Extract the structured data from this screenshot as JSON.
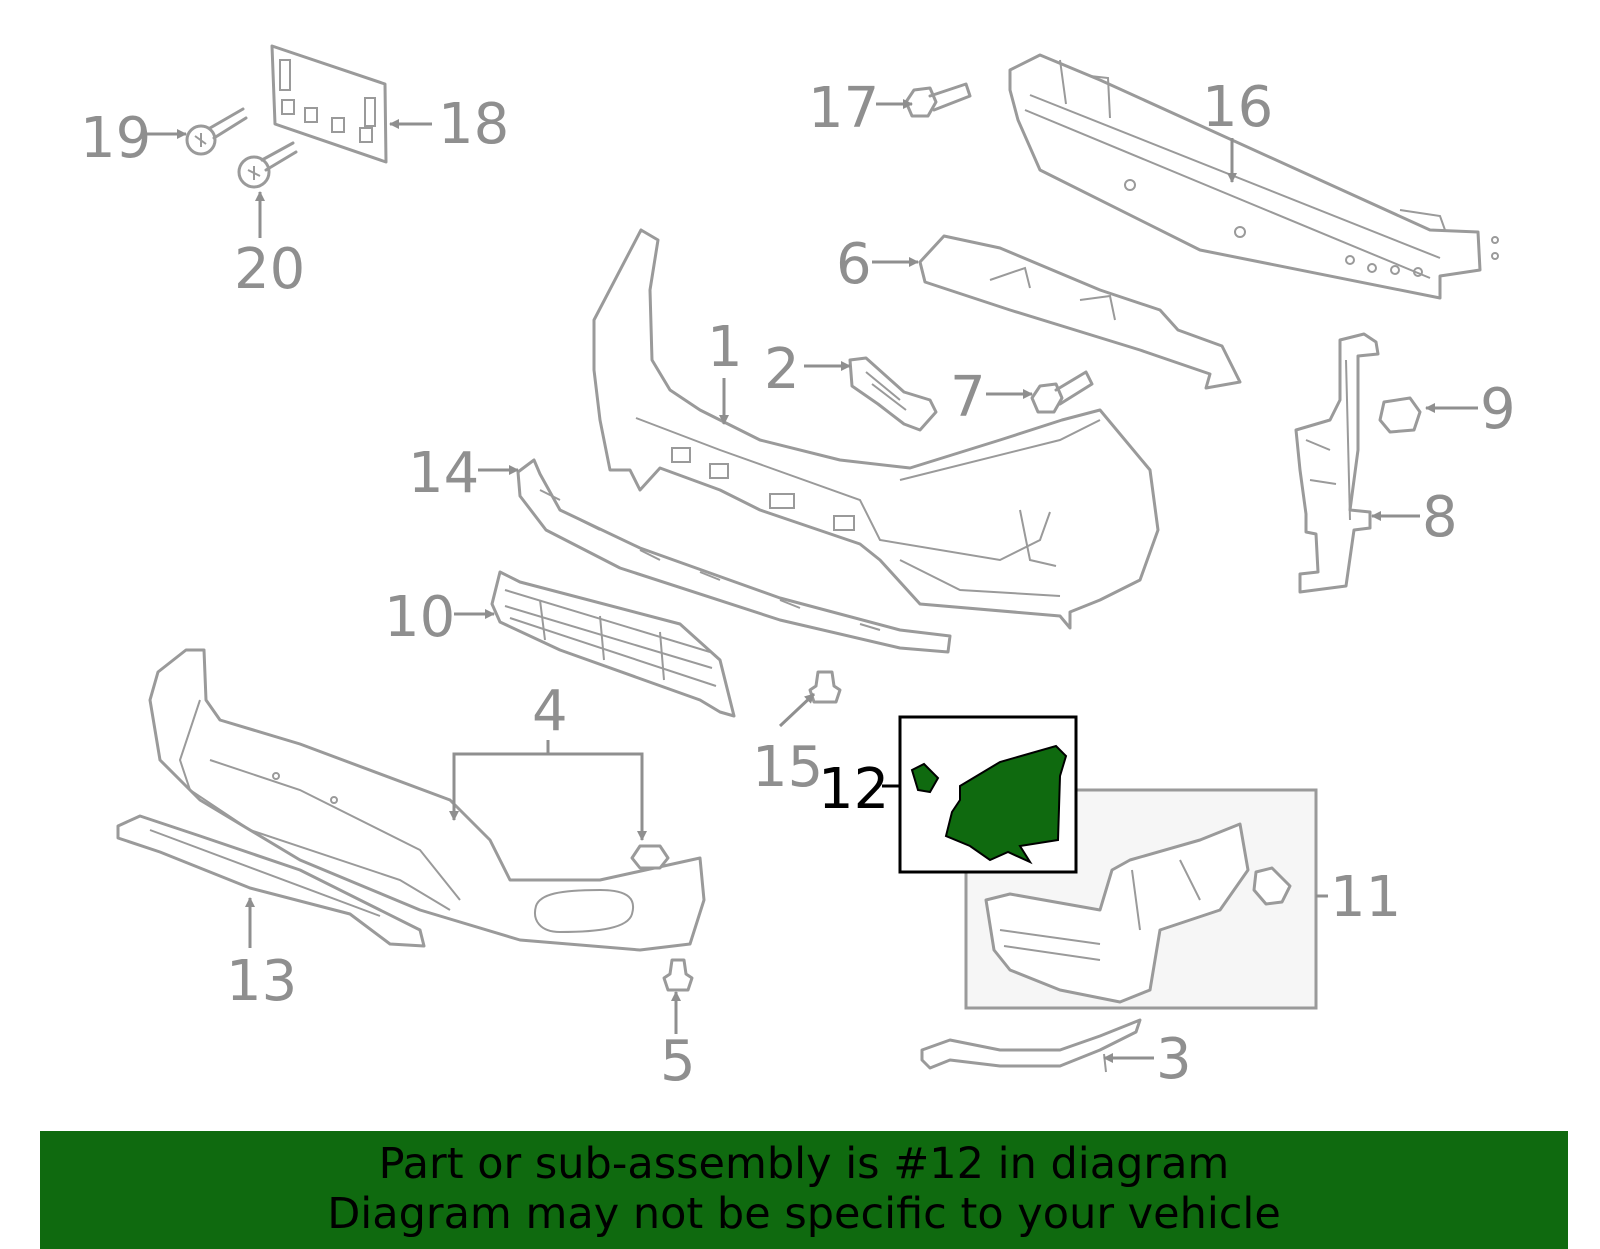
{
  "callouts": {
    "c1": "1",
    "c2": "2",
    "c3": "3",
    "c4": "4",
    "c5": "5",
    "c6": "6",
    "c7": "7",
    "c8": "8",
    "c9": "9",
    "c10": "10",
    "c11": "11",
    "c12": "12",
    "c13": "13",
    "c14": "14",
    "c15": "15",
    "c16": "16",
    "c17": "17",
    "c18": "18",
    "c19": "19",
    "c20": "20"
  },
  "highlighted_part": "12",
  "banner": {
    "line1": "Part or sub-assembly is #12 in diagram",
    "line2": "Diagram may not be specific to your vehicle"
  },
  "colors": {
    "highlight": "#0f6a0f",
    "line_art": "#9a9a9a",
    "banner_background": "#0f6a0f"
  }
}
